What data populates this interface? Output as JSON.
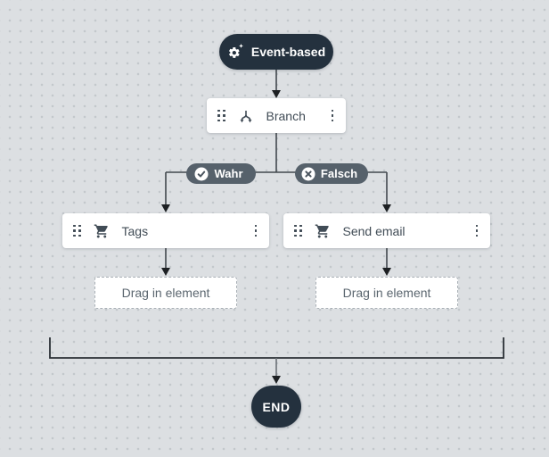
{
  "app": {
    "name": "journey-builder-canvas"
  },
  "colors": {
    "canvas_bg": "#dcdfe2",
    "canvas_dot": "#c3c8cc",
    "dark_pill": "#24313e",
    "gray_pill": "#56616b",
    "node_bg": "#ffffff",
    "node_text": "#414c56",
    "connector": "#42484e",
    "arrowhead": "#1d2023",
    "dropzone_border": "#a9b0b6",
    "dropzone_text": "#5b666f"
  },
  "nodes": {
    "trigger": {
      "label": "Event-based",
      "icon": "gear-sparkle-icon"
    },
    "branch": {
      "label": "Branch",
      "icon": "branch-split-icon"
    },
    "branch_true": {
      "label": "Wahr",
      "icon": "check-circle-icon"
    },
    "branch_false": {
      "label": "Falsch",
      "icon": "x-circle-icon"
    },
    "action_left": {
      "label": "Tags",
      "icon": "shopping-cart-icon"
    },
    "action_right": {
      "label": "Send email",
      "icon": "shopping-cart-icon"
    },
    "dropzone_left": {
      "label": "Drag in element"
    },
    "dropzone_right": {
      "label": "Drag in element"
    },
    "end": {
      "label": "END"
    }
  }
}
